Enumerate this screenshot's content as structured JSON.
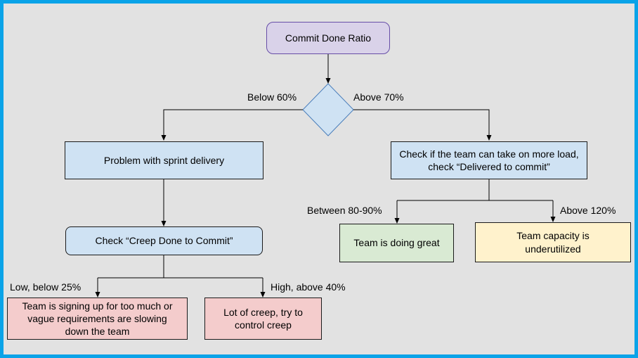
{
  "title": "Commit Done Ratio flowchart",
  "colors": {
    "frame": "#0aa3e8",
    "background": "#e2e2e2",
    "node_blue": "#cfe2f3",
    "node_purple": "#d9d2e9",
    "node_pink": "#f4cccc",
    "node_green": "#d9ead3",
    "node_yellow": "#fff2cc",
    "connector": "#000000"
  },
  "nodes": {
    "root": {
      "label": "Commit Done Ratio"
    },
    "problem": {
      "label": "Problem with sprint delivery"
    },
    "check_delivered": {
      "label": "Check if the team can take on more load, check “Delivered to commit”"
    },
    "check_creep": {
      "label": "Check “Creep Done to Commit”"
    },
    "signing_too_much": {
      "label": "Team is signing up for too much or vague requirements are slowing down the team"
    },
    "lot_of_creep": {
      "label": "Lot of creep, try to control creep"
    },
    "doing_great": {
      "label": "Team is doing great"
    },
    "underutilized": {
      "label": "Team capacity is underutilized"
    }
  },
  "edge_labels": {
    "below_60": "Below 60%",
    "above_70": "Above 70%",
    "between_80_90": "Between 80-90%",
    "above_120": "Above 120%",
    "low_below_25": "Low, below 25%",
    "high_above_40": "High, above 40%"
  }
}
